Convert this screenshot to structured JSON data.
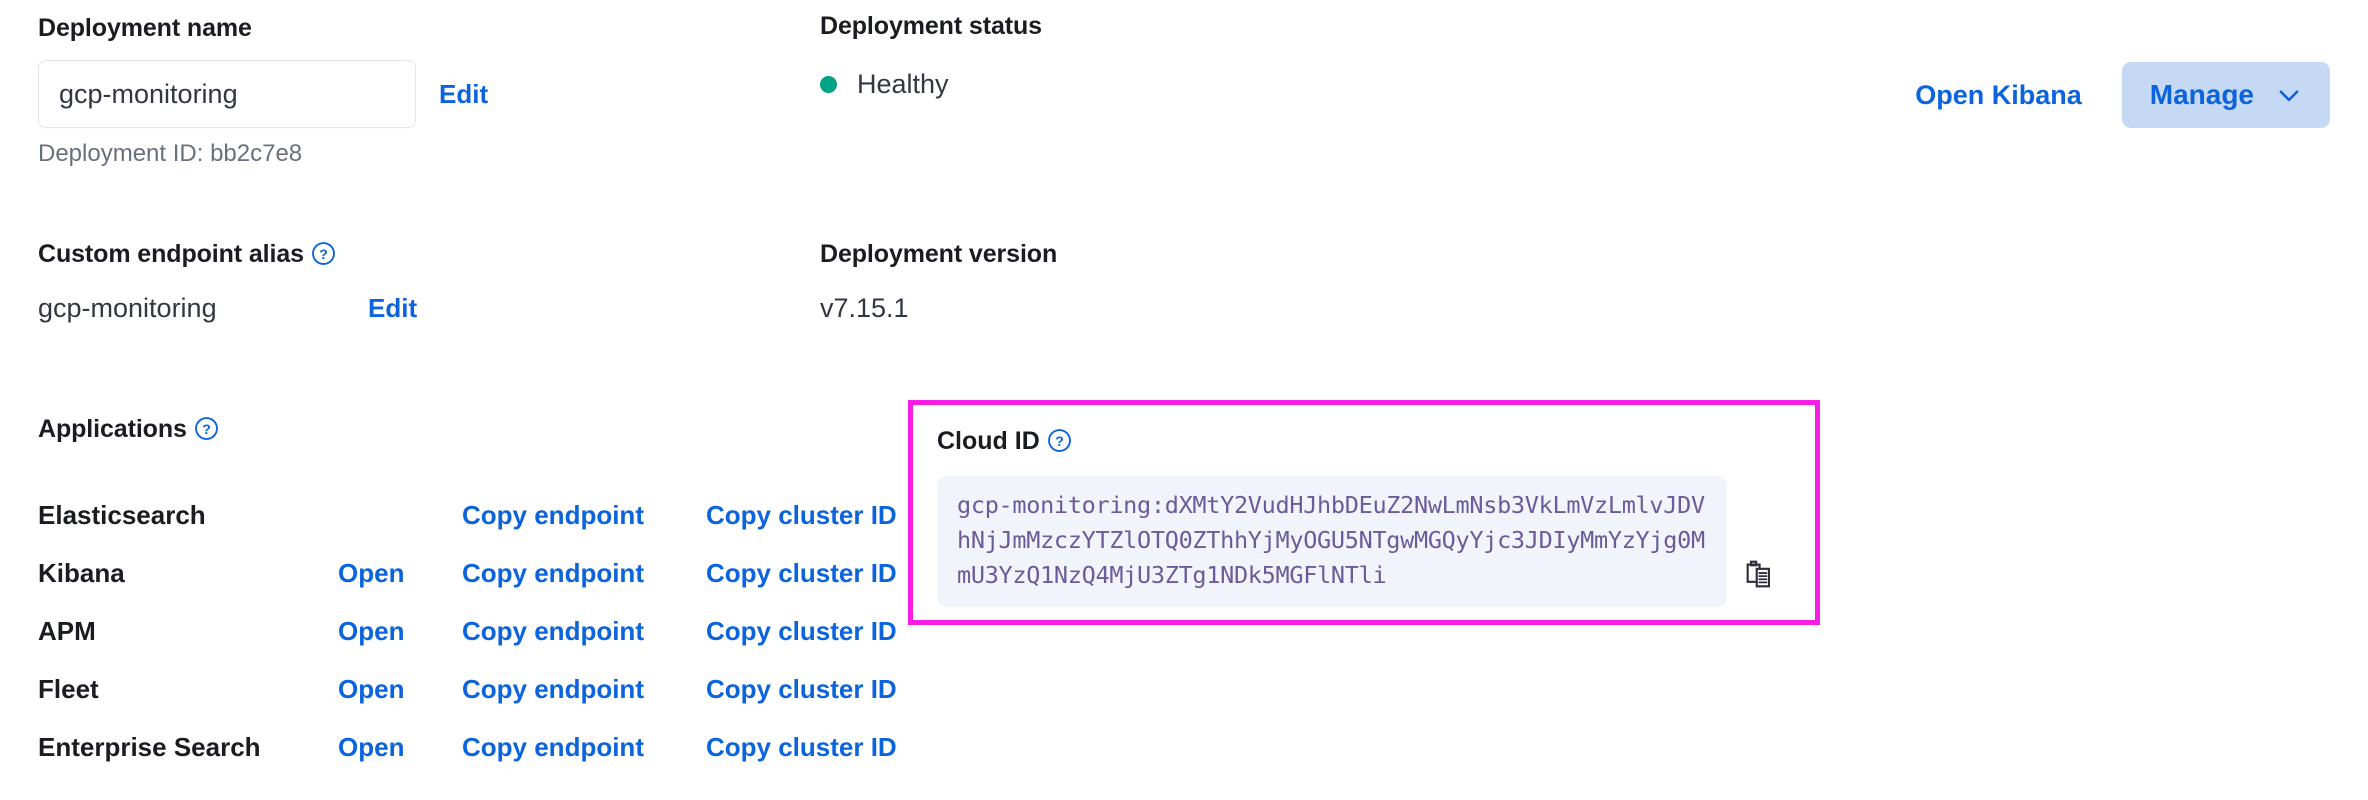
{
  "deployment_name": {
    "label": "Deployment name",
    "value": "gcp-monitoring",
    "placeholder": "Deployment name",
    "edit_label": "Edit",
    "deployment_id_text": "Deployment ID: bb2c7e8"
  },
  "deployment_status": {
    "label": "Deployment status",
    "value": "Healthy",
    "dot_color": "#00a383"
  },
  "top_actions": {
    "open_kibana_label": "Open Kibana",
    "manage_label": "Manage"
  },
  "custom_endpoint_alias": {
    "label": "Custom endpoint alias",
    "value": "gcp-monitoring",
    "edit_label": "Edit"
  },
  "deployment_version": {
    "label": "Deployment version",
    "value": "v7.15.1"
  },
  "applications": {
    "label": "Applications",
    "rows": [
      {
        "name": "Elasticsearch",
        "open": "",
        "copy_endpoint": "Copy endpoint",
        "copy_cluster_id": "Copy cluster ID"
      },
      {
        "name": "Kibana",
        "open": "Open",
        "copy_endpoint": "Copy endpoint",
        "copy_cluster_id": "Copy cluster ID"
      },
      {
        "name": "APM",
        "open": "Open",
        "copy_endpoint": "Copy endpoint",
        "copy_cluster_id": "Copy cluster ID"
      },
      {
        "name": "Fleet",
        "open": "Open",
        "copy_endpoint": "Copy endpoint",
        "copy_cluster_id": "Copy cluster ID"
      },
      {
        "name": "Enterprise Search",
        "open": "Open",
        "copy_endpoint": "Copy endpoint",
        "copy_cluster_id": "Copy cluster ID"
      }
    ]
  },
  "cloud_id": {
    "label": "Cloud ID",
    "value": "gcp-monitoring:dXMtY2VudHJhbDEuZ2NwLmNsb3VkLmVzLmlvJDVhNjJmMzczYTZlOTQ0ZThhYjMyOGU5NTgwMGQyYjc3JDIyMmYzYjg0MmU3YzQ1NzQ4MjU3ZTg1NDk5MGFlNTli",
    "highlight_color": "#f81ce5",
    "code_bg": "#f1f4fa",
    "code_color": "#6b5b9a"
  },
  "icons": {
    "help": "help-circle-icon",
    "copy": "clipboard-copy-icon",
    "caret": "chevron-down-icon"
  }
}
